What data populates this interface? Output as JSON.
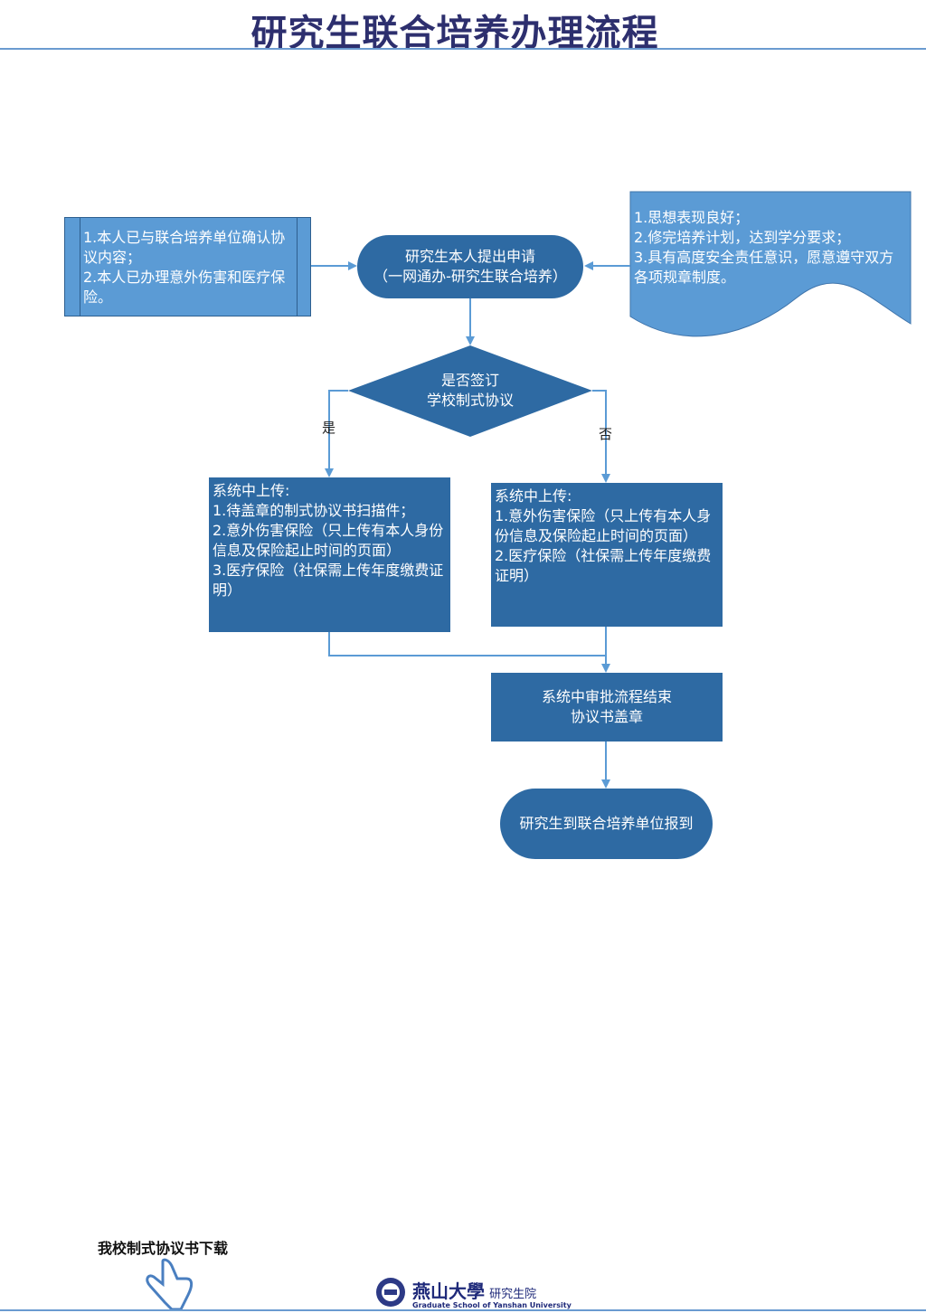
{
  "title": "研究生联合培养办理流程",
  "prereq_left": [
    "1.本人已与联合培养单位确认协议内容；",
    "2.本人已办理意外伤害和医疗保险。"
  ],
  "prereq_right": [
    "1.思想表现良好；",
    "2.修完培养计划，达到学分要求；",
    "3.具有高度安全责任意识，愿意遵守双方各项规章制度。"
  ],
  "start": {
    "line1": "研究生本人提出申请",
    "line2": "（一网通办-研究生联合培养）"
  },
  "decision": {
    "line1": "是否签订",
    "line2": "学校制式协议"
  },
  "yes_label": "是",
  "no_label": "否",
  "yes_box": {
    "heading": "系统中上传:",
    "items": [
      "1.待盖章的制式协议书扫描件；",
      "2.意外伤害保险（只上传有本人身份信息及保险起止时间的页面）",
      "3.医疗保险（社保需上传年度缴费证明）"
    ]
  },
  "no_box": {
    "heading": "系统中上传:",
    "items": [
      "1.意外伤害保险（只上传有本人身份信息及保险起止时间的页面）",
      "2.医疗保险（社保需上传年度缴费证明）"
    ]
  },
  "approval": {
    "line1": "系统中审批流程结束",
    "line2": "协议书盖章"
  },
  "end": "研究生到联合培养单位报到",
  "download_link": "我校制式协议书下载",
  "logo": {
    "name": "燕山大學",
    "dept": "研究生院",
    "english": "Graduate School of Yanshan University"
  },
  "colors": {
    "dark": "#2e6aa3",
    "light": "#5b9bd5",
    "title": "#2d2f6e",
    "line": "#5b9bd5"
  }
}
